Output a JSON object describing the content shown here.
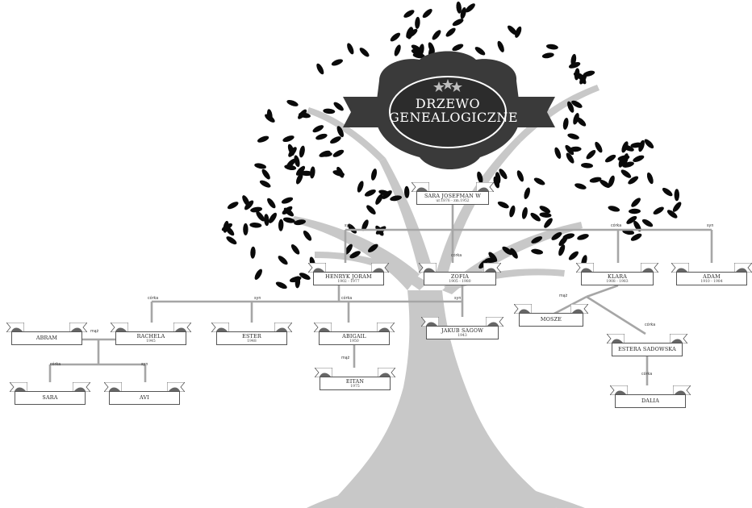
{
  "title": {
    "line1": "DRZEWO",
    "line2": "GENEALOGICZNE"
  },
  "colors": {
    "trunk": "#c8c8c8",
    "leaves": "#0a0a0a",
    "banner": "#3a3a3a",
    "lines": "#a6a6a6",
    "plaque_border": "#555555"
  },
  "icons": {
    "stars": "three-stars-icon",
    "leaf": "leaf-icon"
  },
  "persons": [
    {
      "id": "root",
      "name": "SARA JOSEFMAN W",
      "dates": "ur.1876 - zm.1952"
    },
    {
      "id": "henryk",
      "name": "HENRYK JORAM",
      "dates": "1902 - 1977"
    },
    {
      "id": "zofia",
      "name": "ZOFIA",
      "dates": "1905 - 1980"
    },
    {
      "id": "klara",
      "name": "KLARA",
      "dates": "1908 - 1983"
    },
    {
      "id": "adam",
      "name": "ADAM",
      "dates": "1910 - 1984"
    },
    {
      "id": "abram",
      "name": "ABRAM",
      "dates": ""
    },
    {
      "id": "rachela",
      "name": "RACHELA",
      "dates": "1945"
    },
    {
      "id": "ester",
      "name": "ESTER",
      "dates": "1948"
    },
    {
      "id": "abigail",
      "name": "ABIGAIL",
      "dates": "1950"
    },
    {
      "id": "jakub",
      "name": "JAKUB SAGOW",
      "dates": "1943"
    },
    {
      "id": "mosze",
      "name": "MOSZE",
      "dates": ""
    },
    {
      "id": "estera",
      "name": "ESTERA SADOWSKA",
      "dates": ""
    },
    {
      "id": "sara",
      "name": "SARA",
      "dates": ""
    },
    {
      "id": "avi",
      "name": "AVI",
      "dates": ""
    },
    {
      "id": "eitan",
      "name": "EITAN",
      "dates": "1975"
    },
    {
      "id": "dalia",
      "name": "DALIA",
      "dates": ""
    }
  ],
  "labels": {
    "root_left": "syn",
    "root_mid": "córka",
    "root_right": "córka",
    "root_far": "syn",
    "henryk_left": "córka",
    "henryk_mid": "syn",
    "henryk_right": "córka",
    "zofia_down": "syn",
    "abram_marr": "mąż",
    "rachela_left": "córka",
    "rachela_right": "syn",
    "abigail_down": "mąż",
    "klara_down": "mąż",
    "estera_up": "córka",
    "dalia_up": "córka"
  }
}
